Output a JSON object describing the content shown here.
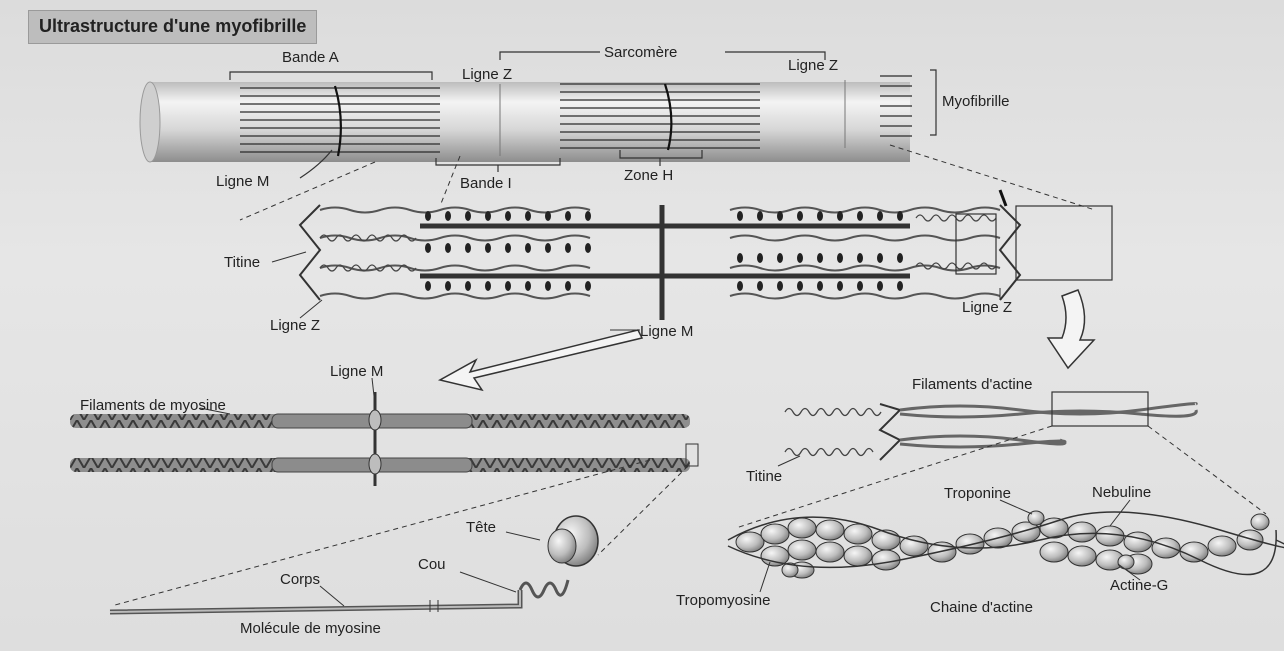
{
  "title": "Ultrastructure d'une myofibrille",
  "labels": {
    "bande_a": "Bande A",
    "sarcomere": "Sarcomère",
    "ligne_z_top_left": "Ligne Z",
    "ligne_z_top_right": "Ligne Z",
    "myofibrille": "Myofibrille",
    "ligne_m_top": "Ligne M",
    "bande_i": "Bande I",
    "zone_h": "Zone H",
    "titine_mid": "Titine",
    "ligne_z_mid_left": "Ligne Z",
    "ligne_m_mid": "Ligne M",
    "ligne_z_mid_right": "Ligne Z",
    "ligne_m_bottom": "Ligne M",
    "filaments_myosine": "Filaments de myosine",
    "filaments_actine": "Filaments d'actine",
    "titine_bottom": "Titine",
    "tete": "Tête",
    "cou": "Cou",
    "corps": "Corps",
    "molecule_myosine": "Molécule de myosine",
    "troponine": "Troponine",
    "nebuline": "Nebuline",
    "actine_g": "Actine-G",
    "tropomyosine": "Tropomyosine",
    "chaine_actine": "Chaine d'actine"
  },
  "colors": {
    "background": "#dedede",
    "title_box": "#bdbdbd",
    "line": "#2a2a2a",
    "fiber_light": "#eeeeee",
    "fiber_dark": "#8a8a8a",
    "globule": "#c8c8c8"
  }
}
